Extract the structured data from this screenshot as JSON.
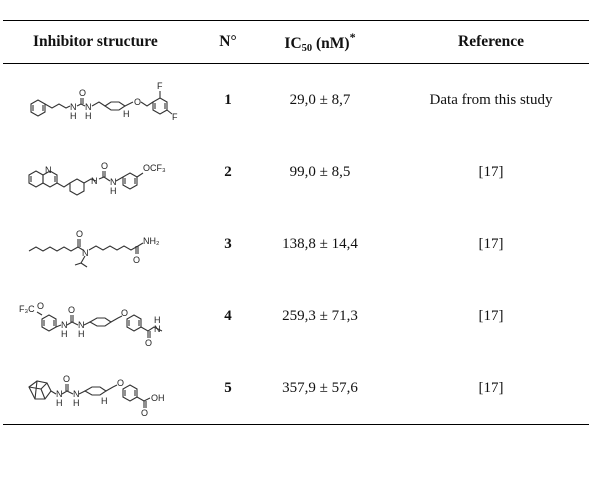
{
  "table": {
    "headers": {
      "structure": "Inhibitor structure",
      "number": "N°",
      "ic50_prefix": "IC",
      "ic50_sub": "50",
      "ic50_unit": " (nM)",
      "ic50_sup": "*",
      "reference": "Reference"
    },
    "rows": [
      {
        "n": "1",
        "ic50": "29,0 ± 8,7",
        "reference": "Data from this study",
        "atoms": {
          "a1": "O",
          "a2": "N",
          "a3": "N",
          "a4": "H",
          "a5": "H",
          "a6": "H",
          "a7": "O",
          "a8": "F",
          "a9": "F"
        }
      },
      {
        "n": "2",
        "ic50": "99,0 ± 8,5",
        "reference": "[17]",
        "atoms": {
          "a1": "N",
          "a2": "N",
          "a3": "O",
          "a4": "N",
          "a5": "H",
          "a6": "OCF₃"
        }
      },
      {
        "n": "3",
        "ic50": "138,8 ± 14,4",
        "reference": "[17]",
        "atoms": {
          "a1": "O",
          "a2": "N",
          "a3": "NH₂",
          "a4": "O"
        }
      },
      {
        "n": "4",
        "ic50": "259,3 ± 71,3",
        "reference": "[17]",
        "atoms": {
          "a1": "F₃C",
          "a2": "O",
          "a3": "O",
          "a4": "N",
          "a5": "N",
          "a6": "H",
          "a7": "H",
          "a8": "O",
          "a9": "H",
          "a10": "N",
          "a11": "O"
        }
      },
      {
        "n": "5",
        "ic50": "357,9 ± 57,6",
        "reference": "[17]",
        "atoms": {
          "a1": "O",
          "a2": "N",
          "a3": "N",
          "a4": "H",
          "a5": "H",
          "a6": "H",
          "a7": "O",
          "a8": "OH",
          "a9": "O"
        }
      }
    ]
  }
}
